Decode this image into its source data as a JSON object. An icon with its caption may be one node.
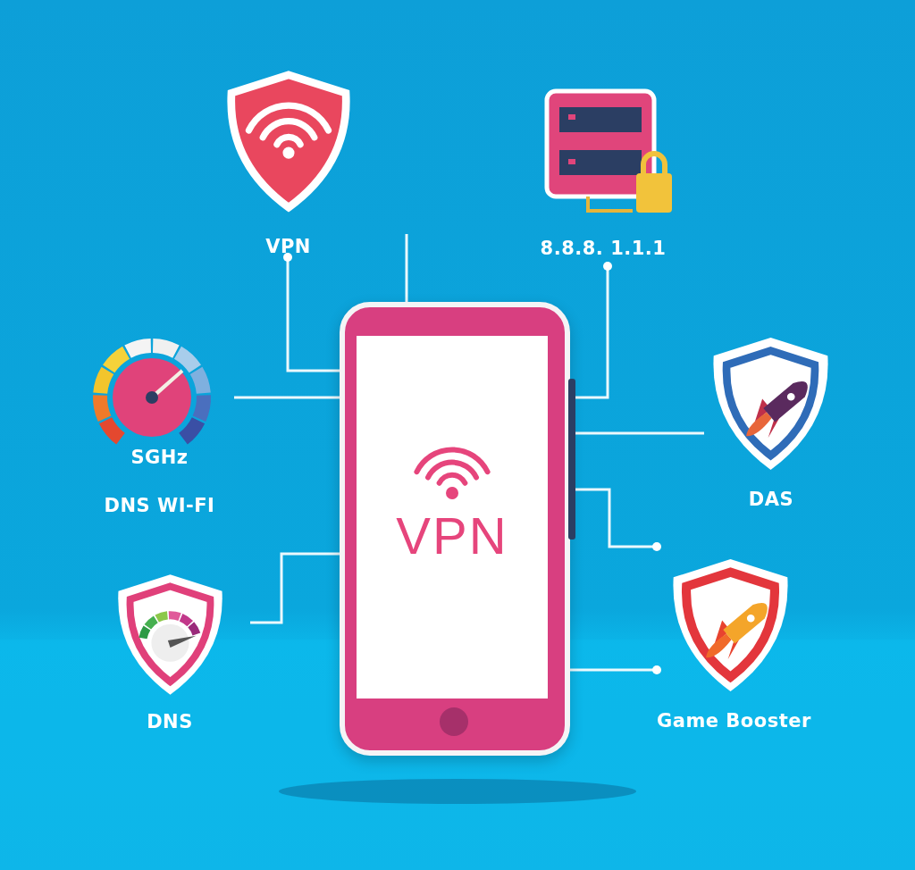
{
  "diagram": {
    "nodes": [
      {
        "text": [
          "VPN"
        ]
      },
      {
        "text": [
          "VPN"
        ]
      },
      {
        "text": [
          "8.8.8. 1.1.1"
        ]
      },
      {
        "text": [
          "SGHz",
          "DNS WI-FI"
        ]
      },
      {
        "text": [
          "DAS"
        ]
      },
      {
        "text": [
          "DNS"
        ]
      },
      {
        "text": [
          "Game Booster"
        ]
      }
    ],
    "edges": [
      {
        "from": 1,
        "to": 0,
        "arrow": "other"
      },
      {
        "from": 2,
        "to": 0,
        "arrow": "other"
      },
      {
        "from": 3,
        "to": 0,
        "arrow": "none"
      },
      {
        "from": 0,
        "to": 4,
        "arrow": "none"
      },
      {
        "from": 0,
        "to": null,
        "arrow": "other"
      },
      {
        "from": 0,
        "to": 6,
        "arrow": "other"
      },
      {
        "from": 5,
        "to": 0,
        "arrow": "none"
      },
      {
        "from": null,
        "to": 0,
        "arrow": "none"
      }
    ]
  }
}
